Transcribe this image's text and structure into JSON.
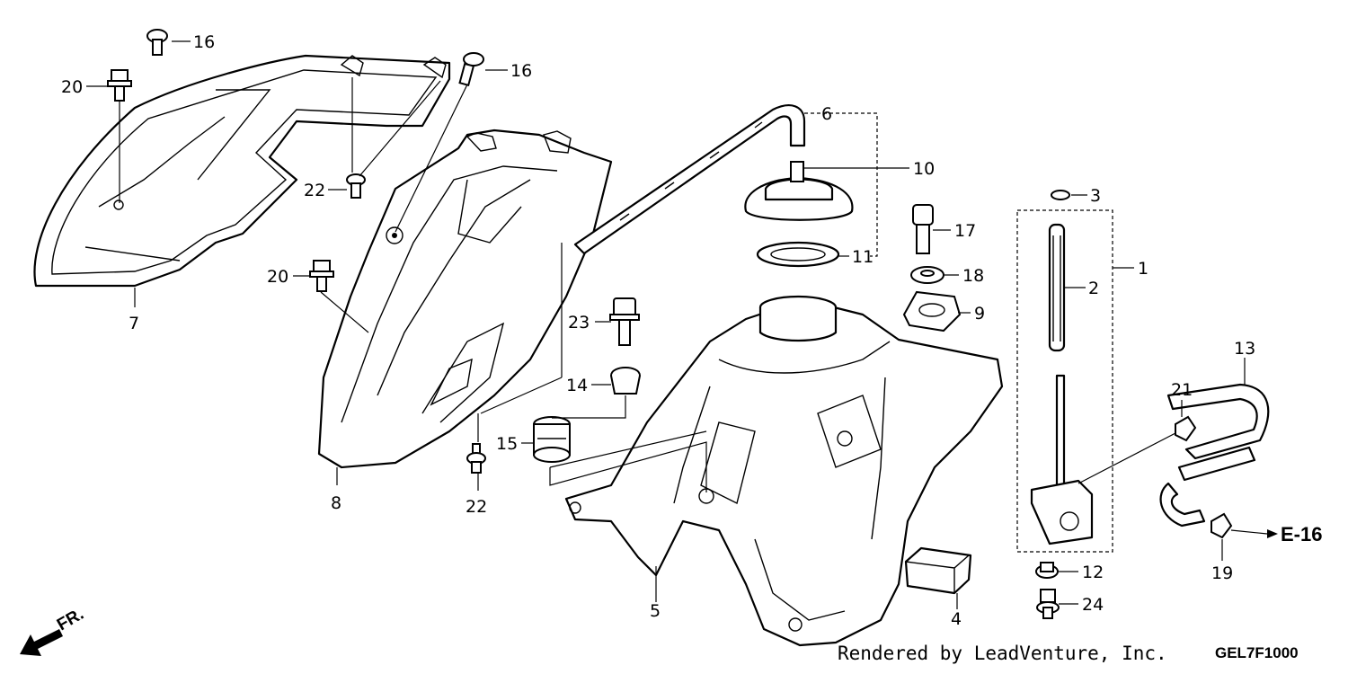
{
  "callouts": {
    "c1": "1",
    "c2": "2",
    "c3": "3",
    "c4": "4",
    "c5": "5",
    "c6": "6",
    "c7": "7",
    "c8": "8",
    "c9": "9",
    "c10": "10",
    "c11": "11",
    "c12": "12",
    "c13": "13",
    "c14": "14",
    "c15": "15",
    "c16a": "16",
    "c16b": "16",
    "c17": "17",
    "c18": "18",
    "c19": "19",
    "c20a": "20",
    "c20b": "20",
    "c21": "21",
    "c22a": "22",
    "c22b": "22",
    "c23": "23",
    "c24": "24"
  },
  "reference": {
    "label": "E-16"
  },
  "direction": {
    "label": "FR."
  },
  "footer": {
    "credit": "Rendered by LeadVenture, Inc.",
    "diagram_code": "GEL7F1000"
  },
  "colors": {
    "ink": "#000000",
    "paper": "#ffffff"
  }
}
